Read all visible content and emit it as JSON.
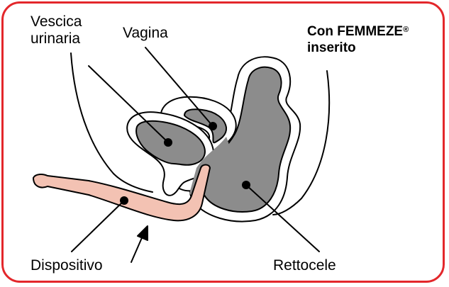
{
  "labels": {
    "bladder": "Vescica\nurinaria",
    "vagina": "Vagina",
    "device": "Dispositivo",
    "rectocele": "Rettocele"
  },
  "title": {
    "line1": "Con FEMMEZE",
    "registered": "®",
    "line2": "inserito"
  },
  "colors": {
    "frame": "#e3272b",
    "organ_fill": "#8c8c8c",
    "device_fill": "#f3c2b3",
    "outline": "#000000"
  }
}
